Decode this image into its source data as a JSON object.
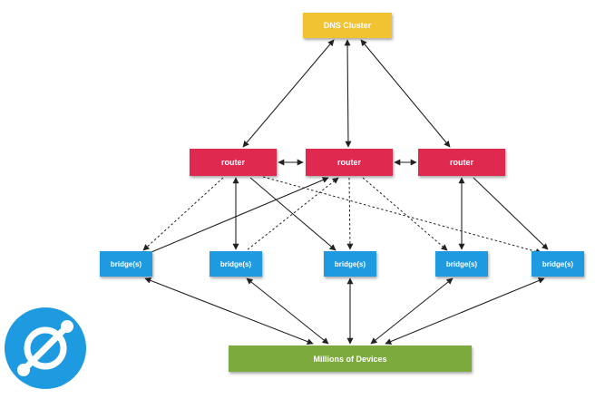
{
  "colors": {
    "dns": "#F1C232",
    "router": "#E0294F",
    "bridge": "#1E9BE0",
    "devices": "#7DAA3C",
    "edge": "#222222",
    "logo": "#1E9BE0"
  },
  "dns": {
    "label": "DNS Cluster"
  },
  "routers": [
    {
      "label": "router"
    },
    {
      "label": "router"
    },
    {
      "label": "router"
    }
  ],
  "bridges": [
    {
      "label": "bridge(s)"
    },
    {
      "label": "bridge(s)"
    },
    {
      "label": "bridge(s)"
    },
    {
      "label": "bridge(s)"
    },
    {
      "label": "bridge(s)"
    }
  ],
  "devices": {
    "label": "Millions of Devices"
  },
  "logo": {
    "icon": "helium-logo-icon"
  }
}
